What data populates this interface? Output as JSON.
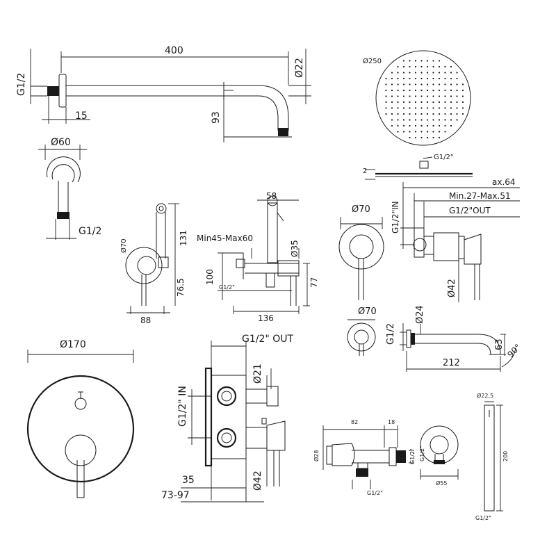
{
  "arm": {
    "length": "400",
    "dia": "Ø22",
    "thread": "G1/2",
    "offset": "15",
    "drop": "93"
  },
  "flange": {
    "dia": "Ø60",
    "thread": "G1/2"
  },
  "head": {
    "dia": "Ø250",
    "conn": "G1/2\"",
    "thick": "2"
  },
  "bidet": {
    "dia": "Ø70",
    "h131": "131",
    "h76": "76.5",
    "w88": "88",
    "w58": "58",
    "range": "Min45-Max60",
    "d35": "Ø35",
    "h100": "100",
    "h77": "77",
    "w136": "136",
    "inlet": "G1/2\""
  },
  "mixer": {
    "ax": "ax.64",
    "range": "Min.27-Max.51",
    "out": "G1/2\"OUT",
    "inlet": "G1/2\"IN",
    "dia70": "Ø70",
    "dia42": "Ø42"
  },
  "spout": {
    "dia70": "Ø70",
    "dia24": "Ø24",
    "thread": "G1/2",
    "h63": "63",
    "length": "212",
    "angle": "90°"
  },
  "diverter": {
    "dia170": "Ø170",
    "out": "G1/2\" OUT",
    "inlet": "G1/2\" IN",
    "d21": "Ø21",
    "d42": "Ø42",
    "w35": "35",
    "range": "73-97"
  },
  "valve": {
    "w82": "82",
    "w18": "18",
    "d28": "Ø28",
    "t1": "G1/2\"",
    "t2": "G1/2\""
  },
  "outlet": {
    "d55": "Ø55",
    "thread": "G1/2\""
  },
  "handset": {
    "d225": "Ø22,5",
    "h200": "200",
    "thread": "G1/2\""
  }
}
